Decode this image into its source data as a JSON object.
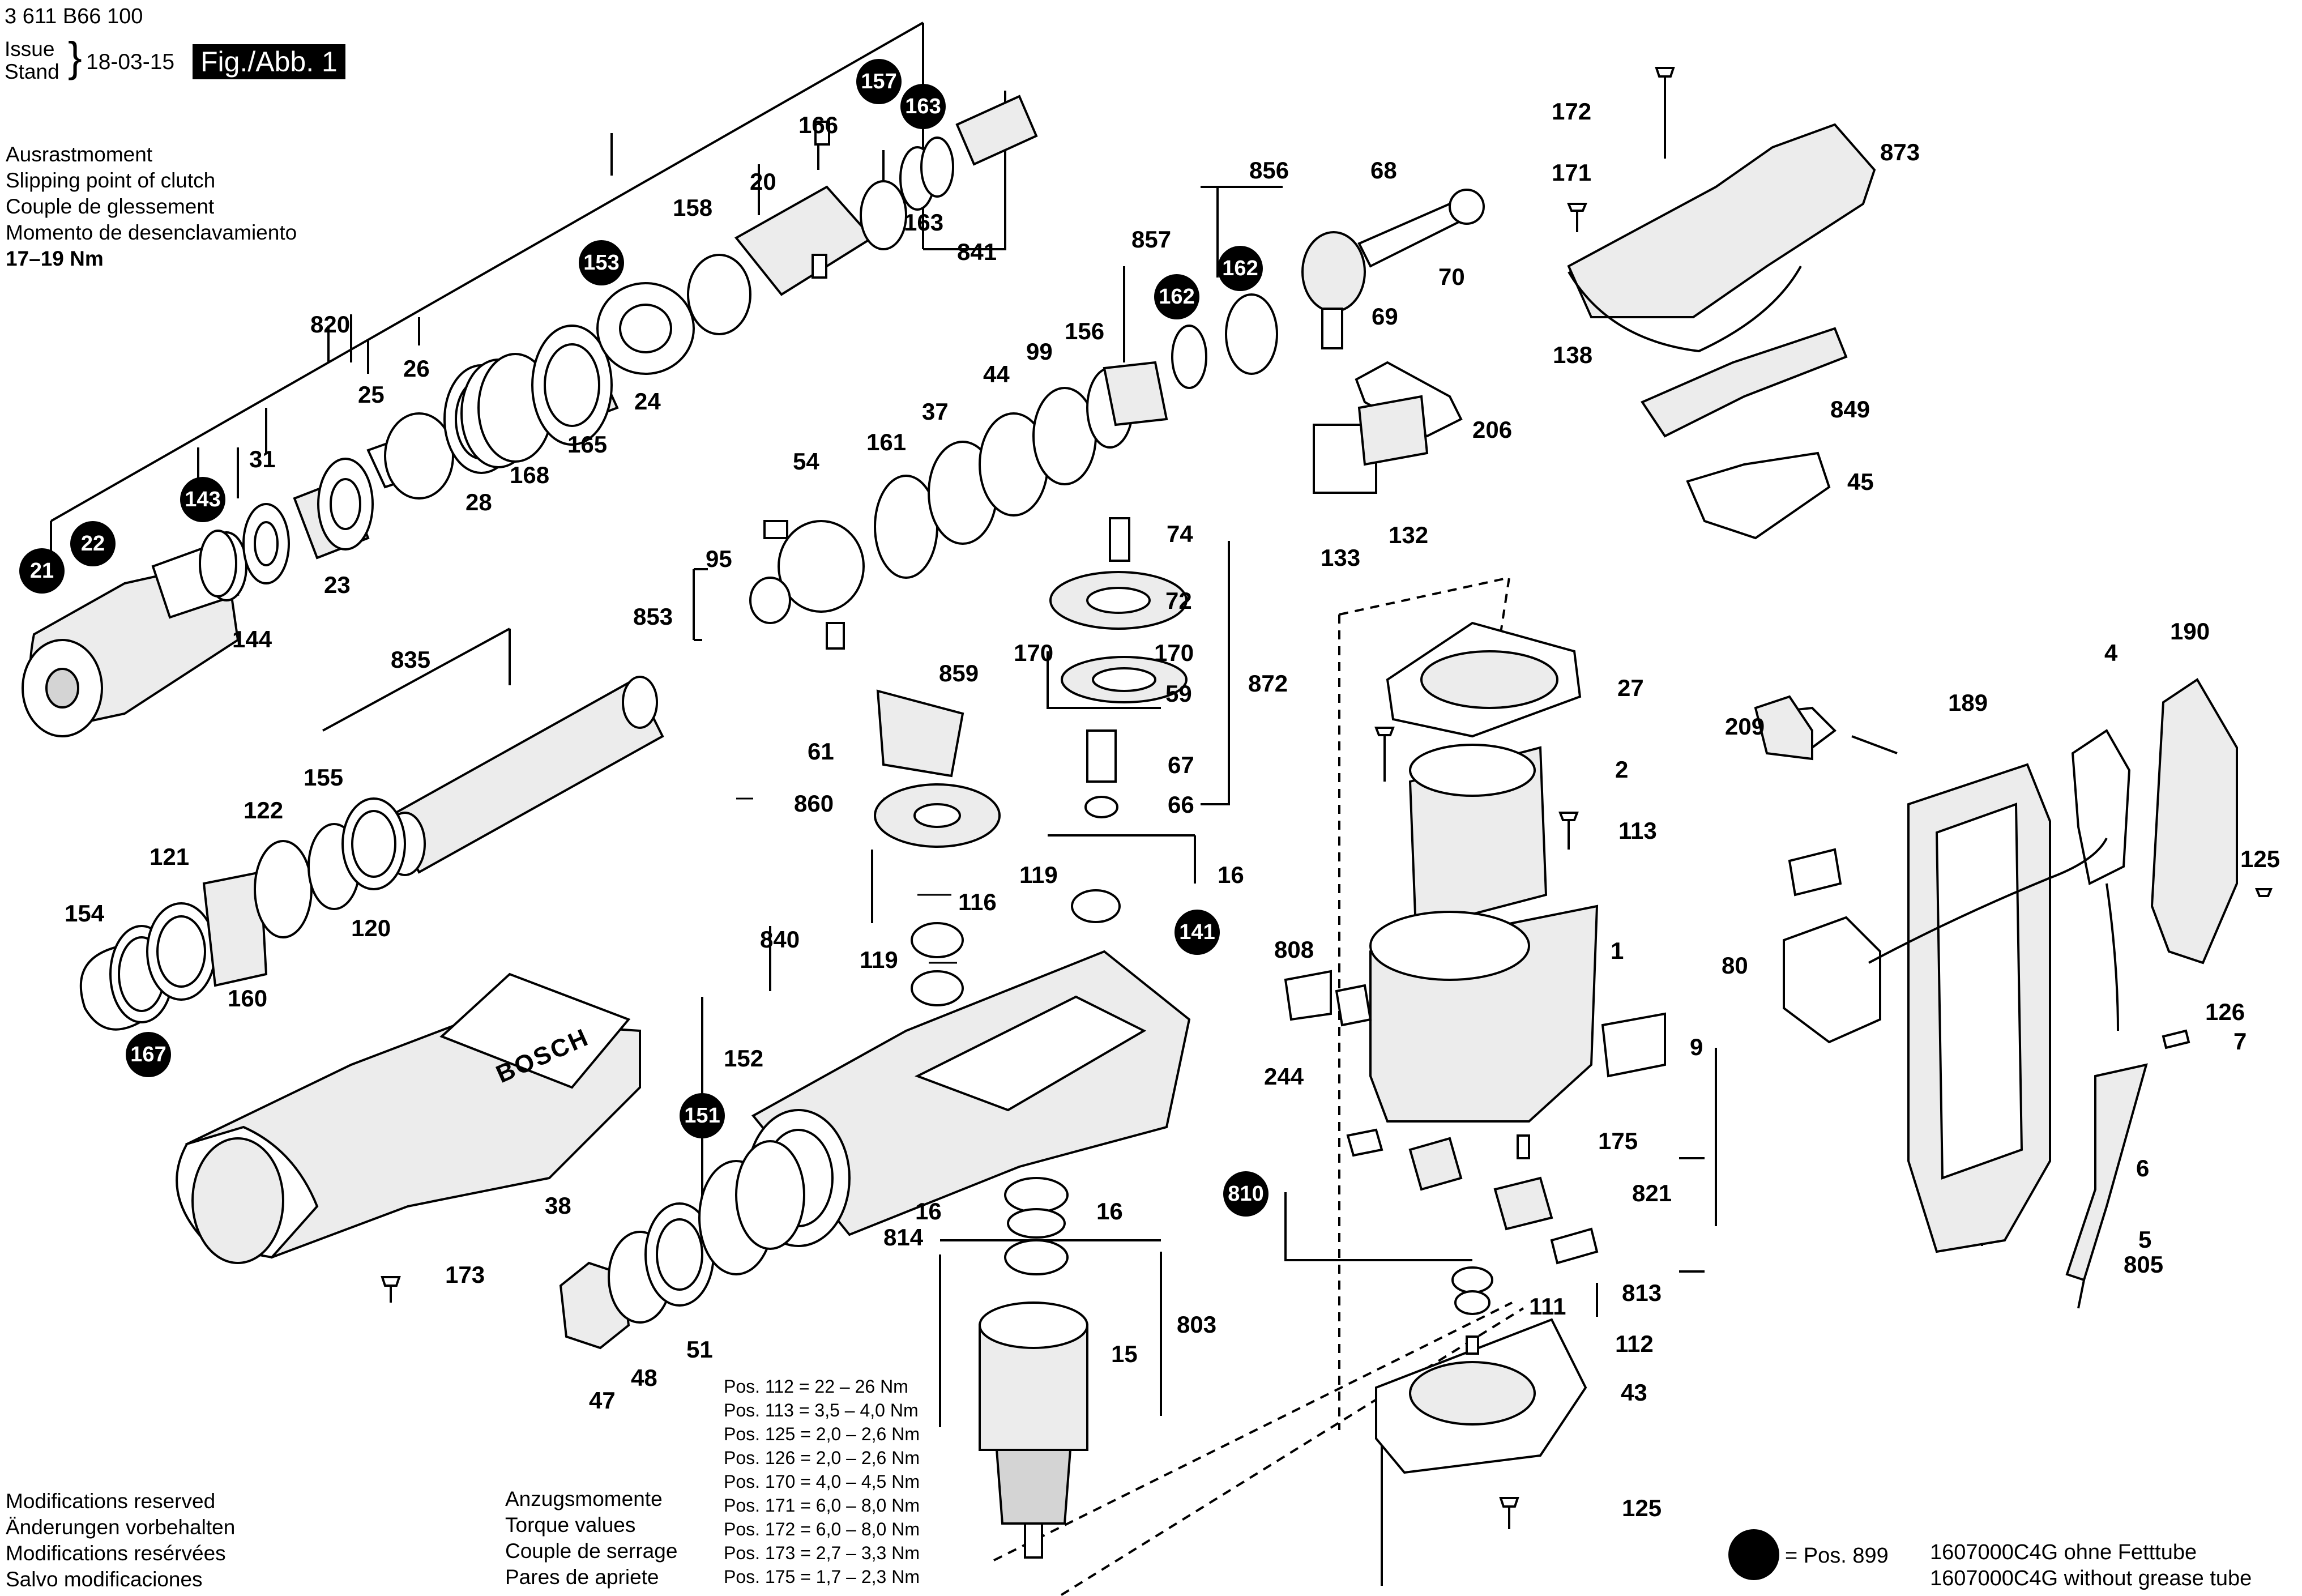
{
  "header": {
    "doc_number": "3 611 B66 100",
    "issue_label": "Issue",
    "stand_label": "Stand",
    "date": "18-03-15",
    "fig_label": "Fig./Abb. 1"
  },
  "clutch_note": {
    "lines": [
      "Ausrastmoment",
      "Slipping point of clutch",
      "Couple de glessement",
      "Momento de desenclavamiento"
    ],
    "value": "17–19 Nm"
  },
  "modifications": [
    "Modifications reserved",
    "Änderungen vorbehalten",
    "Modifications resérvées",
    "Salvo modificaciones"
  ],
  "torque": {
    "headings": [
      "Anzugsmomente",
      "Torque values",
      "Couple de serrage",
      "Pares de apriete"
    ],
    "values": [
      "Pos. 112 = 22 – 26 Nm",
      "Pos. 113 = 3,5 – 4,0 Nm",
      "Pos. 125 = 2,0 – 2,6 Nm",
      "Pos. 126 = 2,0 – 2,6 Nm",
      "Pos. 170 = 4,0 – 4,5 Nm",
      "Pos. 171 = 6,0 – 8,0 Nm",
      "Pos. 172 = 6,0 – 8,0 Nm",
      "Pos. 173 = 2,7 – 3,3 Nm",
      "Pos. 175 = 1,7 – 2,3 Nm"
    ]
  },
  "legend": {
    "pos_text": "= Pos. 899",
    "tubes": [
      "1607000C4G ohne Fetttube",
      "1607000C4G without grease tube"
    ]
  },
  "brand": "BOSCH",
  "badges": [
    "21",
    "22",
    "143",
    "153",
    "157",
    "163",
    "162",
    "162",
    "141",
    "151",
    "167",
    "810"
  ],
  "labels": [
    "820",
    "26",
    "25",
    "31",
    "28",
    "168",
    "165",
    "24",
    "158",
    "20",
    "166",
    "163",
    "841",
    "23",
    "144",
    "835",
    "155",
    "122",
    "121",
    "154",
    "120",
    "160",
    "38",
    "173",
    "95",
    "853",
    "54",
    "161",
    "37",
    "44",
    "99",
    "156",
    "857",
    "856",
    "68",
    "70",
    "69",
    "206",
    "133",
    "132",
    "74",
    "72",
    "170",
    "170",
    "859",
    "59",
    "872",
    "61",
    "67",
    "860",
    "66",
    "116",
    "119",
    "16",
    "119",
    "840",
    "152",
    "51",
    "48",
    "47",
    "814",
    "16",
    "16",
    "803",
    "15",
    "172",
    "171",
    "873",
    "138",
    "849",
    "45",
    "27",
    "2",
    "113",
    "1",
    "808",
    "9",
    "244",
    "175",
    "821",
    "813",
    "111",
    "112",
    "43",
    "125",
    "209",
    "189",
    "4",
    "190",
    "125",
    "80",
    "126",
    "7",
    "6",
    "5",
    "805"
  ],
  "colors": {
    "ink": "#000000",
    "paper": "#ffffff",
    "part_shade": "#ececec"
  }
}
